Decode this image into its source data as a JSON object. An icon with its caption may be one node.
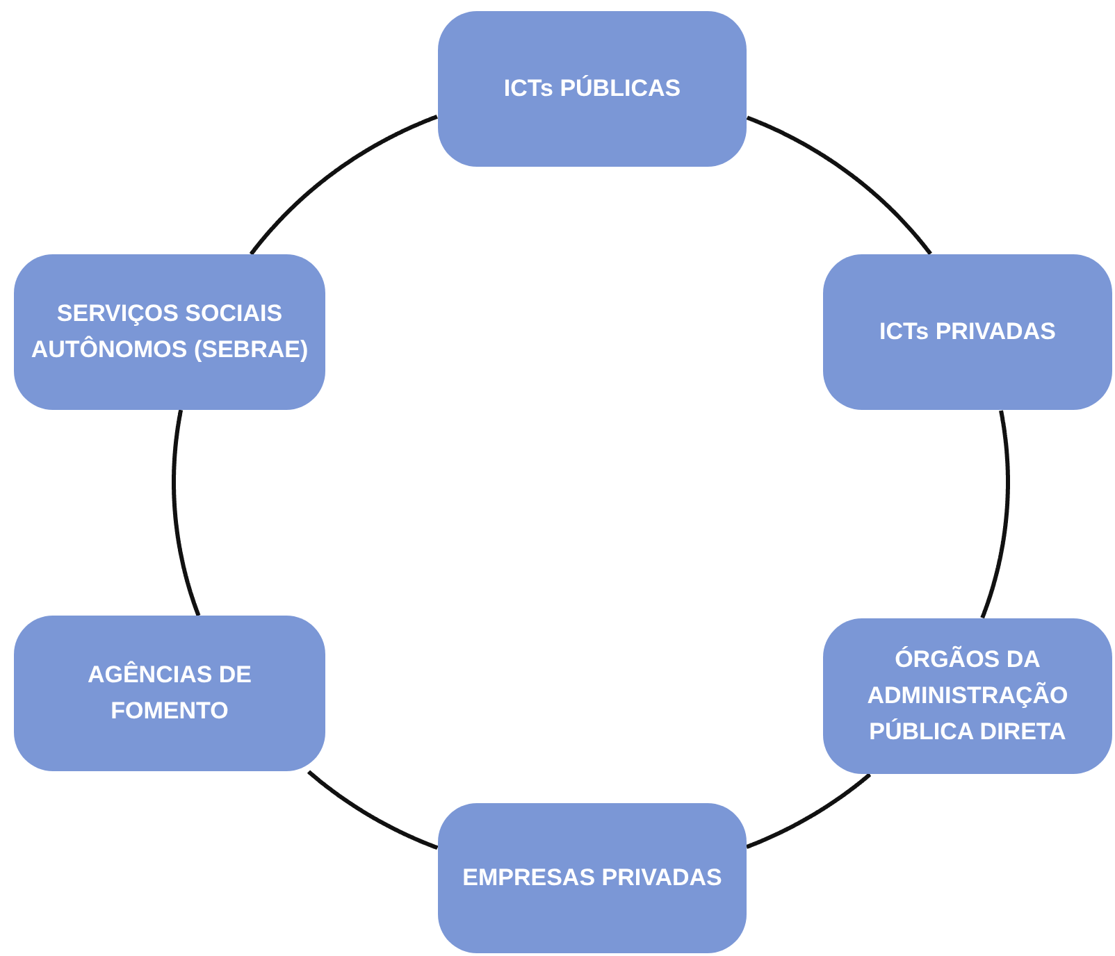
{
  "diagram": {
    "nodes": [
      {
        "text": [
          "ICTs PÚBLICAS"
        ]
      },
      {
        "text": [
          "SERVIÇOS SOCIAIS AUTÔNOMOS (SEBRAE)"
        ]
      },
      {
        "text": [
          "ICTs PRIVADAS"
        ]
      },
      {
        "text": [
          "AGÊNCIAS DE FOMENTO"
        ]
      },
      {
        "text": [
          "ÓRGÃOS DA ADMINISTRAÇÃO PÚBLICA DIRETA"
        ]
      },
      {
        "text": [
          "EMPRESAS PRIVADAS"
        ]
      }
    ],
    "edges": [
      {
        "from": 0,
        "to": 2,
        "arrow": "none"
      },
      {
        "from": 2,
        "to": 4,
        "arrow": "none"
      },
      {
        "from": 4,
        "to": 5,
        "arrow": "none"
      },
      {
        "from": 5,
        "to": 3,
        "arrow": "none"
      },
      {
        "from": 3,
        "to": 1,
        "arrow": "none"
      },
      {
        "from": 1,
        "to": 0,
        "arrow": "none"
      }
    ]
  }
}
